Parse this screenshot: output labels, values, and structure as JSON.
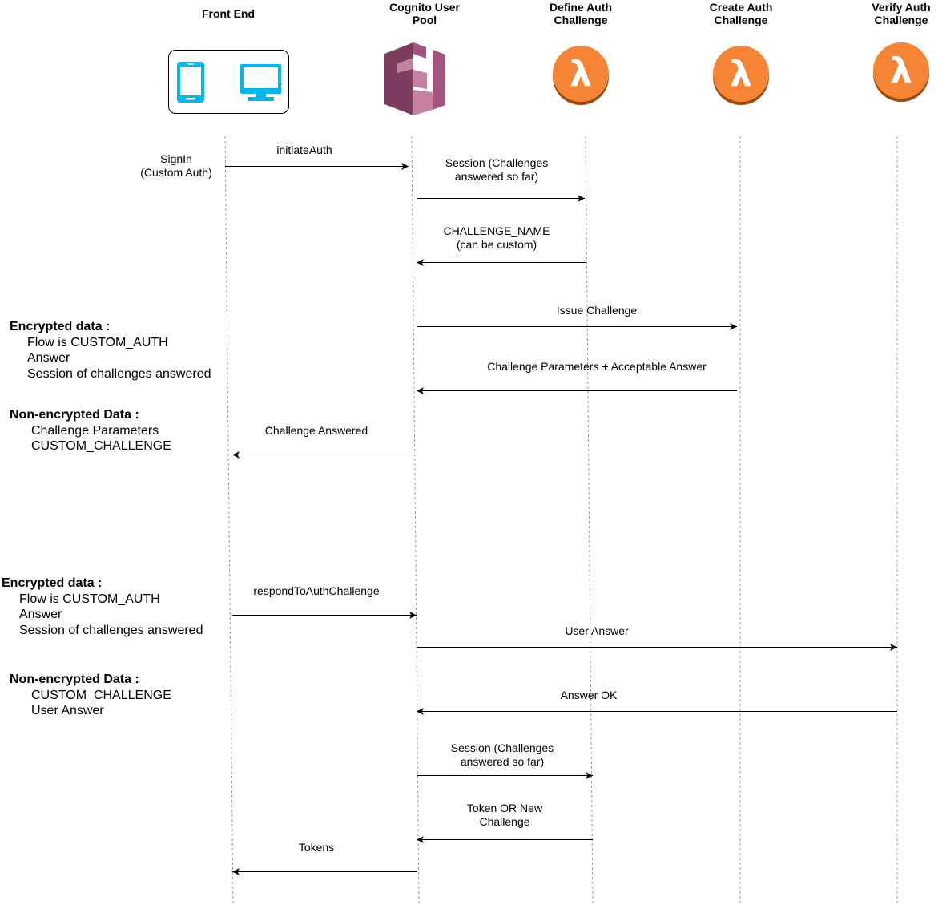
{
  "lifelines": {
    "front_end": "Front End",
    "cognito": "Cognito User\nPool",
    "define": "Define Auth\nChallenge",
    "create": "Create Auth\nChallenge",
    "verify": "Verify Auth\nChallenge"
  },
  "icons": {
    "front_end": [
      "mobile-phone-icon",
      "desktop-monitor-icon"
    ],
    "cognito": "aws-cognito-icon",
    "lambda": "aws-lambda-icon"
  },
  "colors": {
    "device_blue": "#00b7f0",
    "cognito_dark": "#7b3d60",
    "cognito_mid": "#a3557f",
    "cognito_light": "#c4819f",
    "lambda_orange": "#f58534",
    "lambda_dark": "#9c4b10"
  },
  "messages": {
    "m1": "initiateAuth",
    "m2": "Session (Challenges\nanswered so far)",
    "m3": "CHALLENGE_NAME\n(can be custom)",
    "m4": "Issue Challenge",
    "m5": "Challenge Parameters + Acceptable Answer",
    "m6": "Challenge Answered",
    "m7": "respondToAuthChallenge",
    "m8": "User Answer",
    "m9": "Answer OK",
    "m10": "Session (Challenges\nanswered so far)",
    "m11": "Token OR New\nChallenge",
    "m12": "Tokens"
  },
  "notes": {
    "signin": "SignIn\n(Custom Auth)",
    "enc1": {
      "title": "Encrypted data :",
      "items": [
        "Flow is CUSTOM_AUTH",
        "Answer",
        "Session of challenges answered"
      ]
    },
    "nonenc1": {
      "title": "Non-encrypted Data :",
      "items": [
        "Challenge Parameters",
        "CUSTOM_CHALLENGE"
      ]
    },
    "enc2": {
      "title": "Encrypted data :",
      "items": [
        "Flow is CUSTOM_AUTH",
        "Answer",
        "Session of challenges answered"
      ]
    },
    "nonenc2": {
      "title": "Non-encrypted Data :",
      "items": [
        "CUSTOM_CHALLENGE",
        "User Answer"
      ]
    }
  }
}
